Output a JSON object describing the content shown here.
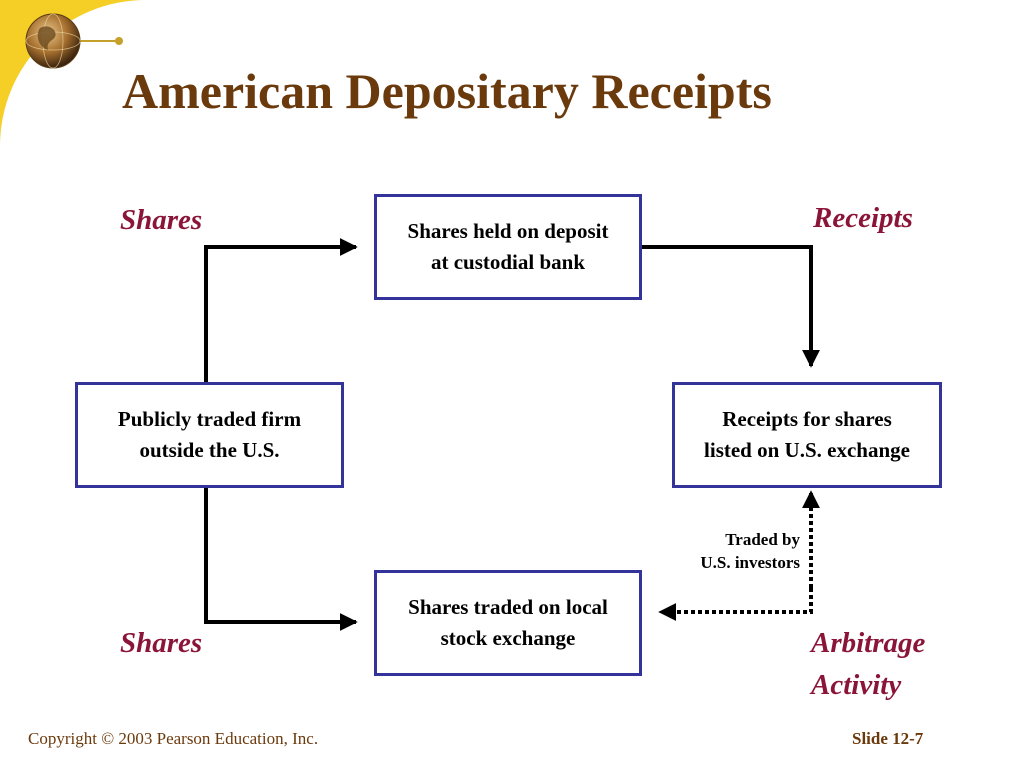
{
  "slide": {
    "title": "American Depositary Receipts",
    "footer_copyright": "Copyright © 2003 Pearson Education, Inc.",
    "footer_slide": "Slide 12-7"
  },
  "diagram": {
    "boxes": {
      "deposit": [
        "Shares held on deposit",
        "at custodial bank"
      ],
      "firm": [
        "Publicly traded firm",
        "outside the U.S."
      ],
      "receipts": [
        "Receipts for shares",
        "listed on U.S. exchange"
      ],
      "local": [
        "Shares traded on local",
        "stock exchange"
      ]
    },
    "labels": {
      "shares_top": "Shares",
      "receipts": "Receipts",
      "shares_bottom": "Shares",
      "arbitrage": [
        "Arbitrage",
        "Activity"
      ],
      "traded_by": [
        "Traded by",
        "U.S. investors"
      ]
    }
  },
  "colors": {
    "title": "#6b3a0c",
    "box_border": "#33339a",
    "label": "#8b1538"
  }
}
